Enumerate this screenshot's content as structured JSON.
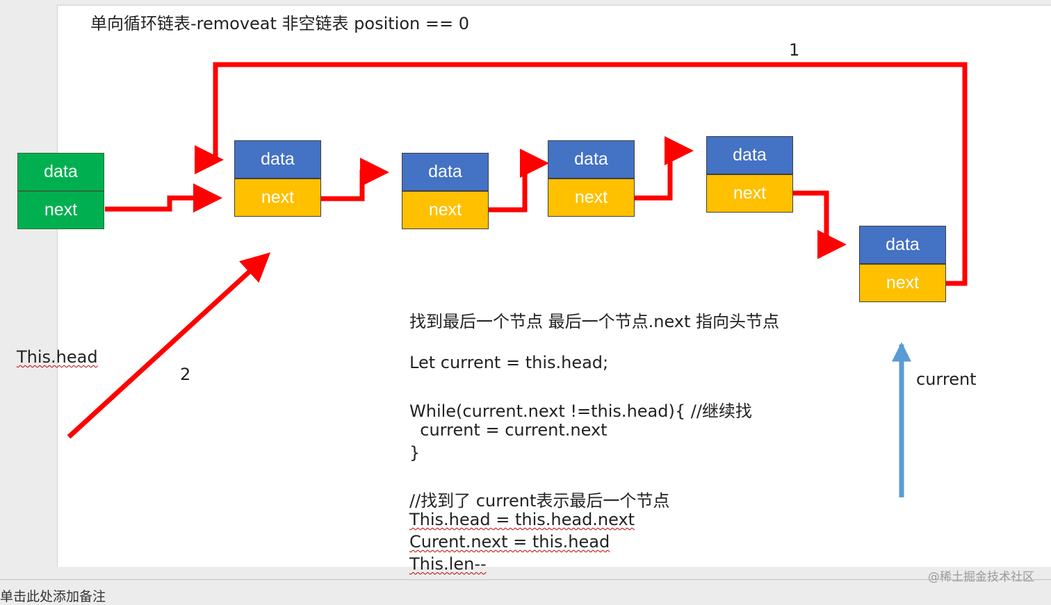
{
  "title": "单向循环链表-removeat 非空链表  position == 0",
  "nodes": [
    {
      "data": "data",
      "next": "next"
    },
    {
      "data": "data",
      "next": "next"
    },
    {
      "data": "data",
      "next": "next"
    },
    {
      "data": "data",
      "next": "next"
    },
    {
      "data": "data",
      "next": "next"
    },
    {
      "data": "data",
      "next": "next"
    }
  ],
  "labels": {
    "step1": "1",
    "step2": "2",
    "this_head": "This.head",
    "current": "current"
  },
  "code": {
    "line1": "找到最后一个节点    最后一个节点.next 指向头节点",
    "line2": "Let current = this.head;",
    "line3": "While(current.next !=this.head){ //继续找",
    "line4": "  current = current.next",
    "line5": "}",
    "line6": "//找到了  current表示最后一个节点",
    "line7": "This.head = this.head.next",
    "line8": "Curent.next = this.head",
    "line9": "This.len--"
  },
  "notes_placeholder": "单击此处添加备注",
  "watermark": "@稀土掘金技术社区",
  "colors": {
    "data_cell": "#4472c4",
    "next_cell": "#ffc000",
    "head_node": "#00b050",
    "link_arrow": "#ff0000",
    "current_arrow": "#5b9bd5"
  }
}
